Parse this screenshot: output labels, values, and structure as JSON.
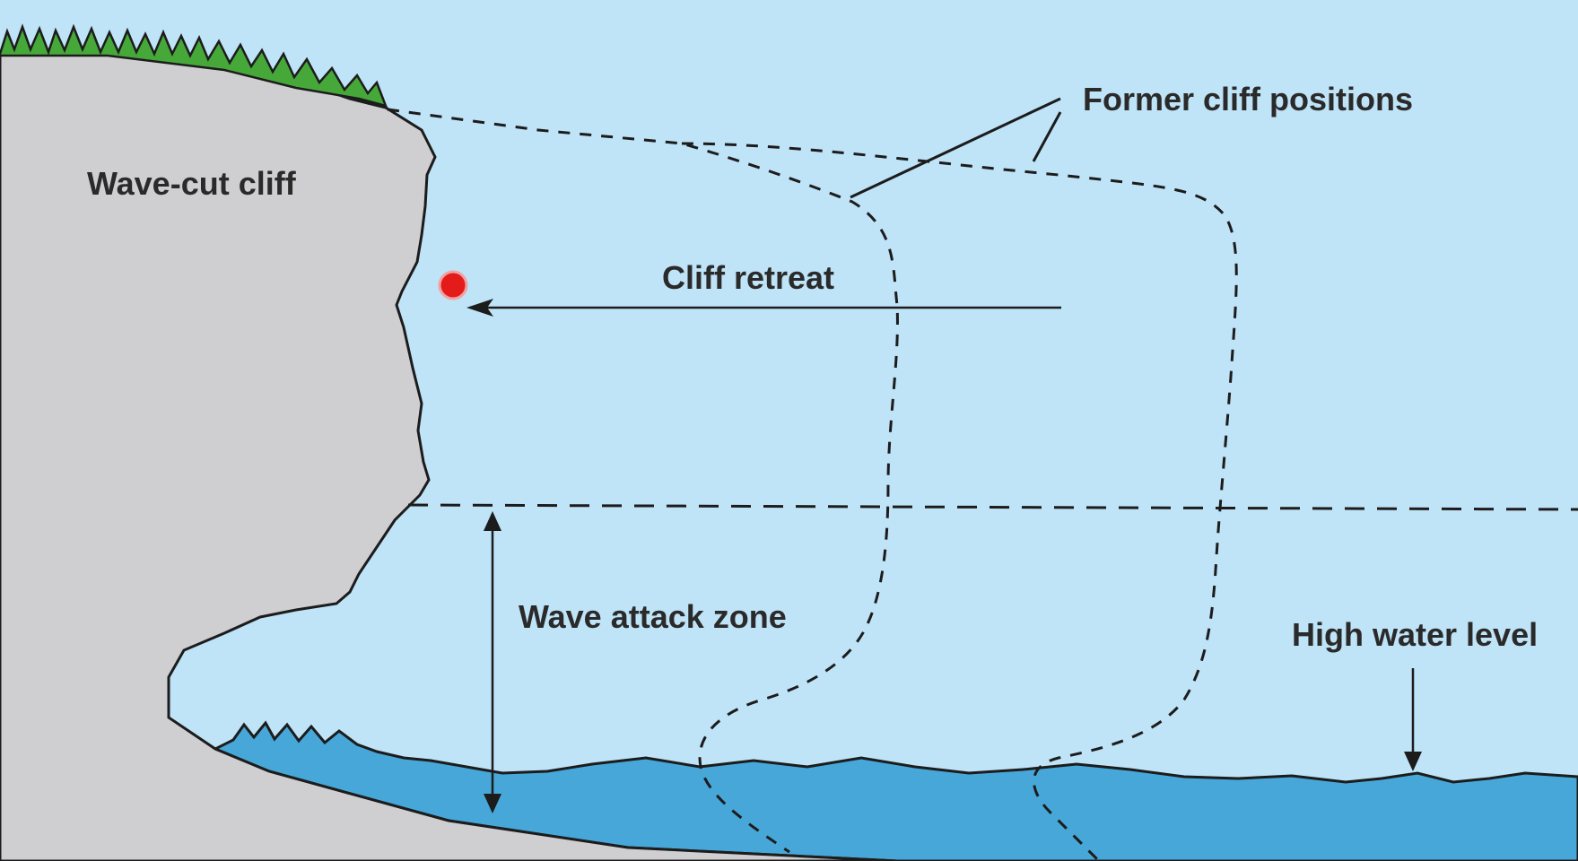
{
  "labels": {
    "cliff": "Wave-cut cliff",
    "former_positions": "Former cliff positions",
    "retreat": "Cliff retreat",
    "wave_attack": "Wave attack zone",
    "high_water": "High water level"
  },
  "colors": {
    "sky": "#bfe3f7",
    "cliff": "#cfcfd2",
    "grass": "#47a83a",
    "water": "#46a7d8",
    "marker": "#e41b1b",
    "line": "#1c1c1c"
  }
}
